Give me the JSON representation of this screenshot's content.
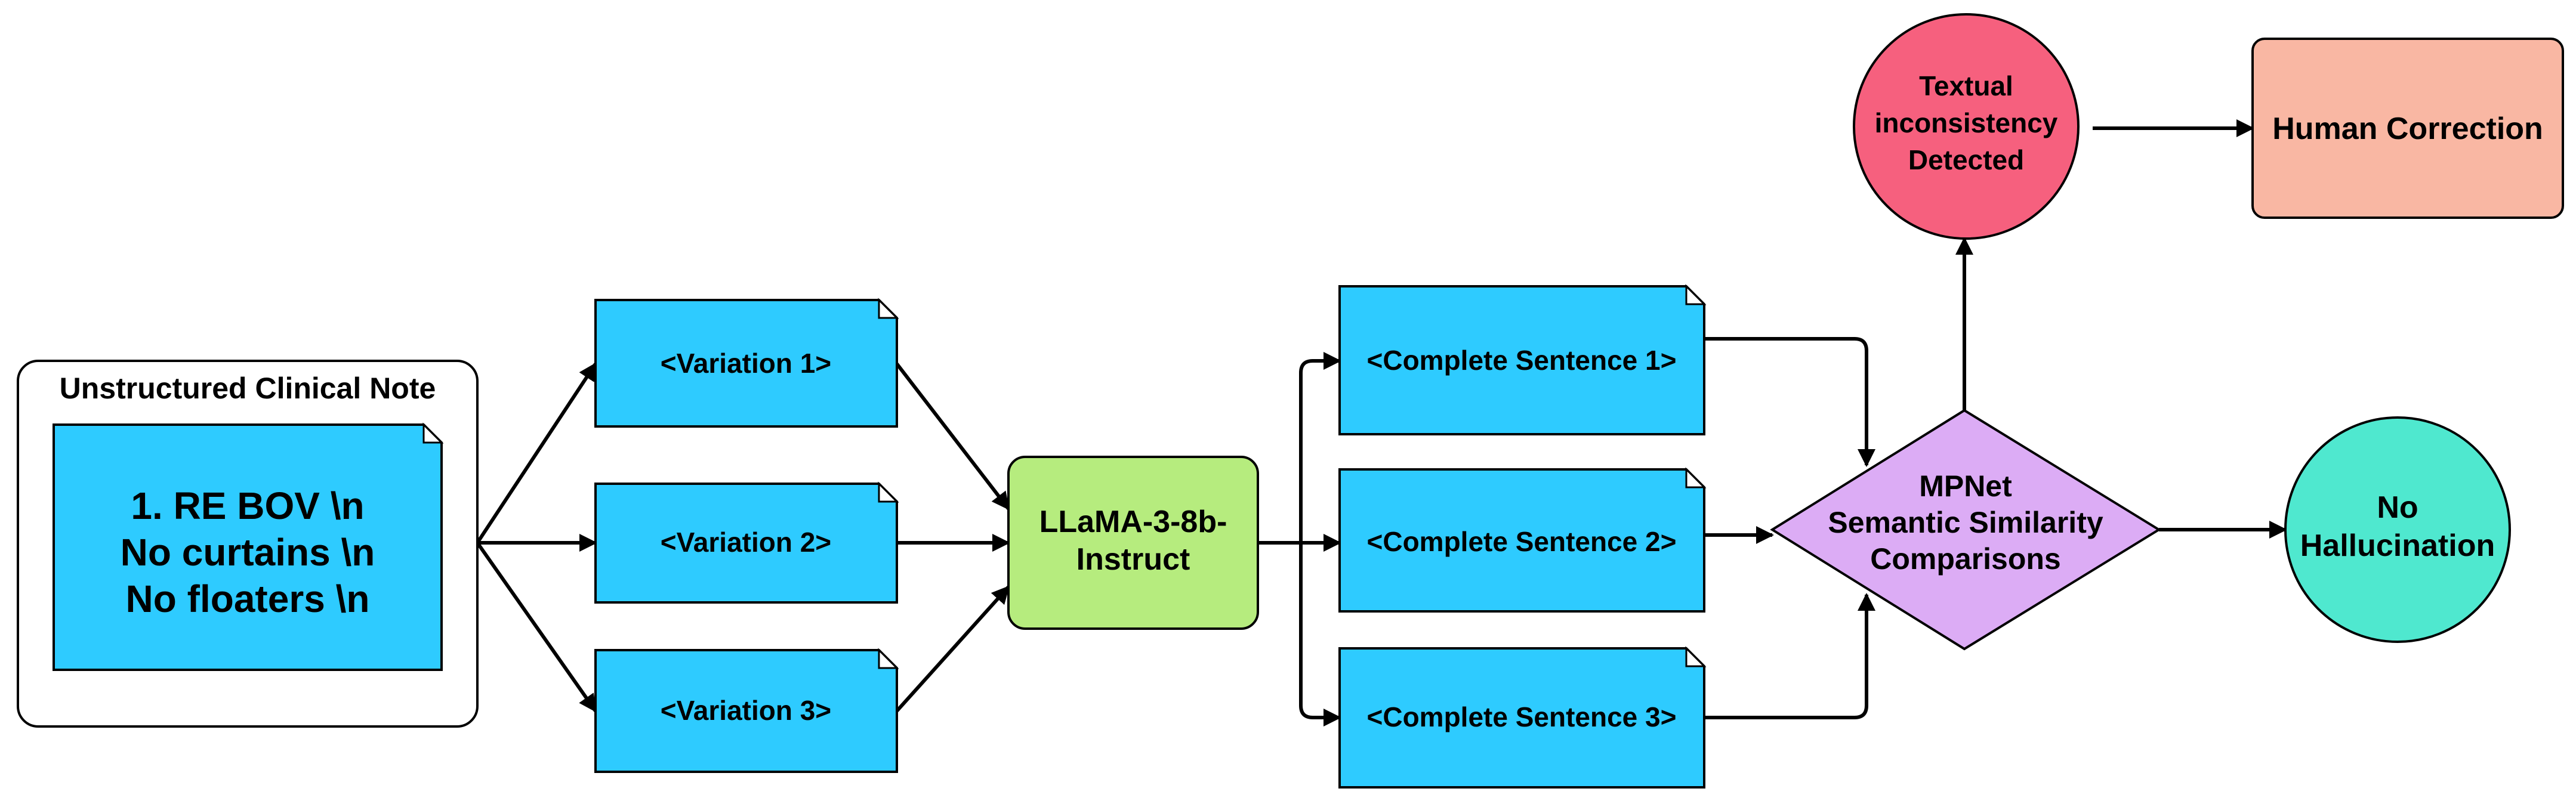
{
  "colors": {
    "document_fill": "#2ecbff",
    "llm_fill": "#b6ec7e",
    "mpnet_fill": "#dcacf5",
    "inconsistency_fill": "#f6607e",
    "human_correction_fill": "#f9b7a3",
    "no_hallucination_fill": "#4fe8cf"
  },
  "diagram": {
    "container": {
      "title": "Unstructured Clinical Note"
    },
    "clinical_note_lines": [
      "1. RE BOV \\n",
      "No curtains \\n",
      "No floaters \\n"
    ],
    "variations": [
      "<Variation 1>",
      "<Variation 2>",
      "<Variation 3>"
    ],
    "llm_lines": [
      "LLaMA-3-8b-",
      "Instruct"
    ],
    "sentences": [
      "<Complete Sentence 1>",
      "<Complete Sentence 2>",
      "<Complete Sentence 3>"
    ],
    "mpnet_lines": [
      "MPNet",
      "Semantic Similarity",
      "Comparisons"
    ],
    "inconsistency_lines": [
      "Textual",
      "inconsistency",
      "Detected"
    ],
    "human_correction": "Human Correction",
    "no_hallucination_lines": [
      "No",
      "Hallucination"
    ]
  }
}
